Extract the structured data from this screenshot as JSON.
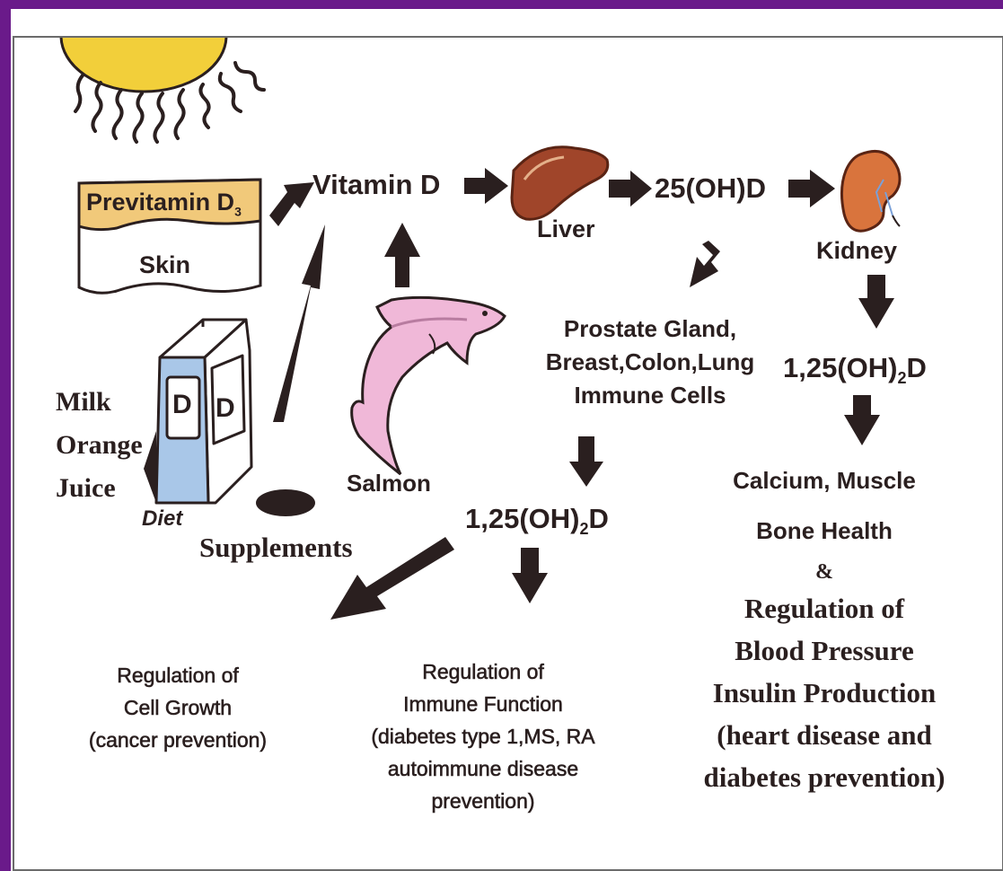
{
  "skin": {
    "previtamin": "Previtamin D",
    "previtamin_sub": "3",
    "skin": "Skin"
  },
  "pathway": {
    "vitamin_d": "Vitamin D",
    "liver": "Liver",
    "calcidiol": "25(OH)D",
    "kidney": "Kidney",
    "calcitriol_pre": "1,25(OH)",
    "calcitriol_sub": "2",
    "calcitriol_post": "D"
  },
  "sources": {
    "milk": "Milk",
    "orange": "Orange",
    "juice": "Juice",
    "diet": "Diet",
    "supplements": "Supplements",
    "salmon": "Salmon",
    "carton_letter": "D"
  },
  "tissues": {
    "line1": "Prostate Gland,",
    "line2": "Breast,Colon,Lung",
    "line3": "Immune Cells"
  },
  "kidney_effects": {
    "line1": "Calcium, Muscle",
    "line2": "Bone Health",
    "amp": "&",
    "line3": "Regulation of",
    "line4": "Blood Pressure",
    "line5": "Insulin Production",
    "line6": "(heart disease and",
    "line7": "diabetes prevention)"
  },
  "cell_growth": {
    "line1": "Regulation of",
    "line2": "Cell Growth",
    "line3": "(cancer prevention)"
  },
  "immune": {
    "line1": "Regulation of",
    "line2": "Immune Function",
    "line3": "(diabetes type 1,MS, RA",
    "line4": "autoimmune disease",
    "line5": "prevention)"
  },
  "colors": {
    "frame": "#6a1a8a",
    "arrow": "#2a1f1f",
    "sun": "#f2cf3a",
    "liver": "#a0452a",
    "kidney": "#d9743d",
    "salmon": "#f0b8d8",
    "carton_blue": "#a9c7e8",
    "previtamin_band": "#f1c97a"
  }
}
